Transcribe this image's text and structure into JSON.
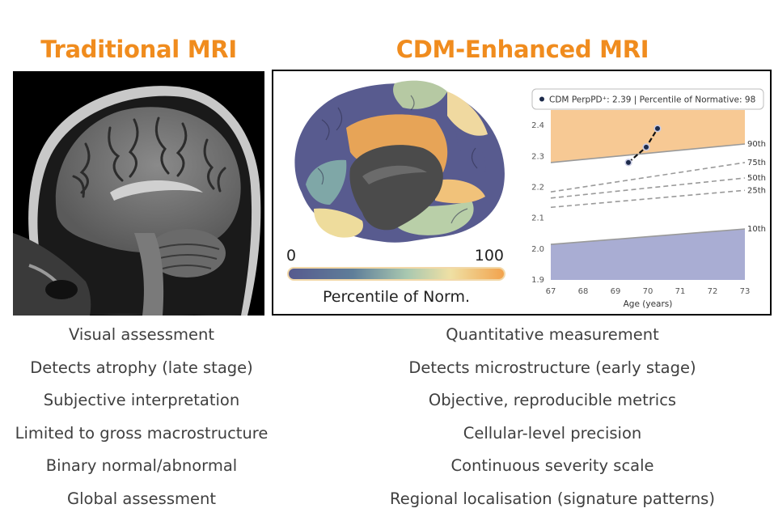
{
  "titles": {
    "left": "Traditional MRI",
    "right": "CDM-Enhanced MRI"
  },
  "colorbar": {
    "min_label": "0",
    "max_label": "100",
    "label": "Percentile of Norm."
  },
  "colors": {
    "title": "#f08c1e",
    "low": "#575a8e",
    "mid": "#e9dfa4",
    "high": "#f2a24c",
    "upper_band": "#f7c994",
    "lower_band": "#a9add3"
  },
  "chart_data": {
    "type": "line",
    "legend": "CDM PerpPD⁺: 2.39 | Percentile of Normative: 98",
    "xlabel": "Age (years)",
    "xlim": [
      67,
      73
    ],
    "ylim": [
      1.9,
      2.45
    ],
    "x_ticks": [
      "67",
      "68",
      "69",
      "70",
      "71",
      "72",
      "73"
    ],
    "y_ticks": [
      "1.9",
      "2.0",
      "2.1",
      "2.2",
      "2.3",
      "2.4"
    ],
    "percentile_lines": [
      {
        "label": "90th",
        "y_start": 2.28,
        "y_end": 2.34,
        "style": "solid"
      },
      {
        "label": "75th",
        "y_start": 2.185,
        "y_end": 2.28,
        "style": "dashed"
      },
      {
        "label": "50th",
        "y_start": 2.165,
        "y_end": 2.23,
        "style": "dashed"
      },
      {
        "label": "25th",
        "y_start": 2.135,
        "y_end": 2.19,
        "style": "dashed"
      },
      {
        "label": "10th",
        "y_start": 2.015,
        "y_end": 2.065,
        "style": "solid"
      }
    ],
    "series": [
      {
        "name": "CDM PerpPD⁺",
        "points": [
          [
            69.4,
            2.28
          ],
          [
            69.95,
            2.33
          ],
          [
            70.3,
            2.39
          ]
        ]
      }
    ]
  },
  "left_items": [
    "Visual assessment",
    "Detects atrophy (late stage)",
    "Subjective interpretation",
    "Limited to gross macrostructure",
    "Binary normal/abnormal",
    "Global assessment"
  ],
  "right_items": [
    "Quantitative measurement",
    "Detects microstructure (early stage)",
    "Objective, reproducible metrics",
    "Cellular-level precision",
    "Continuous severity scale",
    "Regional localisation (signature patterns)"
  ]
}
